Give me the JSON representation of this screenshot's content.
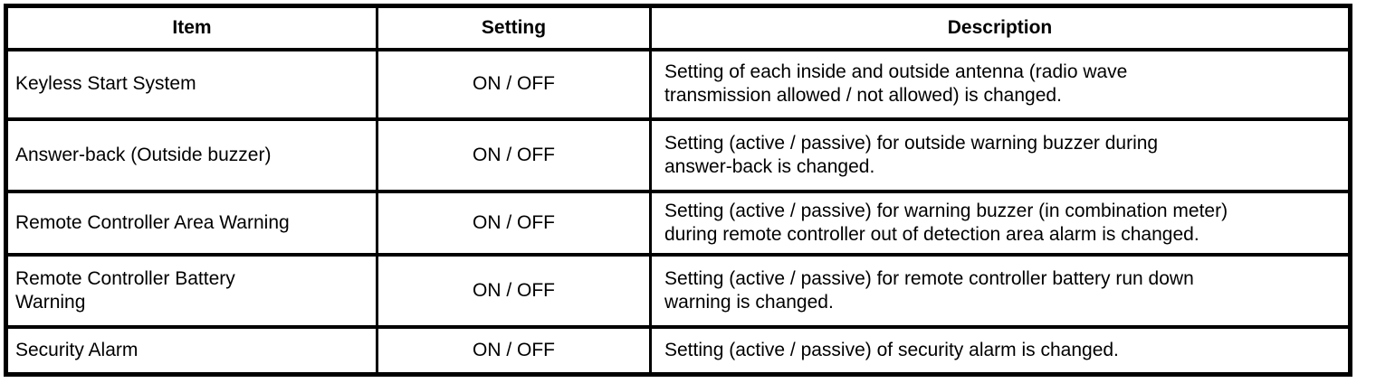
{
  "table": {
    "headers": [
      "Item",
      "Setting",
      "Description"
    ],
    "rows": [
      {
        "item": "Keyless Start System",
        "setting": "ON / OFF",
        "description": "Setting of each inside and outside antenna (radio wave\ntransmission allowed / not allowed) is changed."
      },
      {
        "item": "Answer-back (Outside buzzer)",
        "setting": "ON / OFF",
        "description": "Setting (active / passive) for outside warning buzzer during\nanswer-back is changed."
      },
      {
        "item": "Remote Controller Area Warning",
        "setting": "ON / OFF",
        "description": "Setting (active / passive) for warning buzzer (in combination meter)\nduring remote controller out of detection area alarm is changed."
      },
      {
        "item": "Remote Controller Battery\nWarning",
        "setting": "ON / OFF",
        "description": "Setting (active / passive) for remote controller battery run down\nwarning is changed."
      },
      {
        "item": "Security Alarm",
        "setting": "ON / OFF",
        "description": "Setting (active / passive) of security alarm is changed."
      }
    ],
    "colors": {
      "border": "#000000",
      "text": "#000000",
      "background": "#ffffff"
    }
  }
}
